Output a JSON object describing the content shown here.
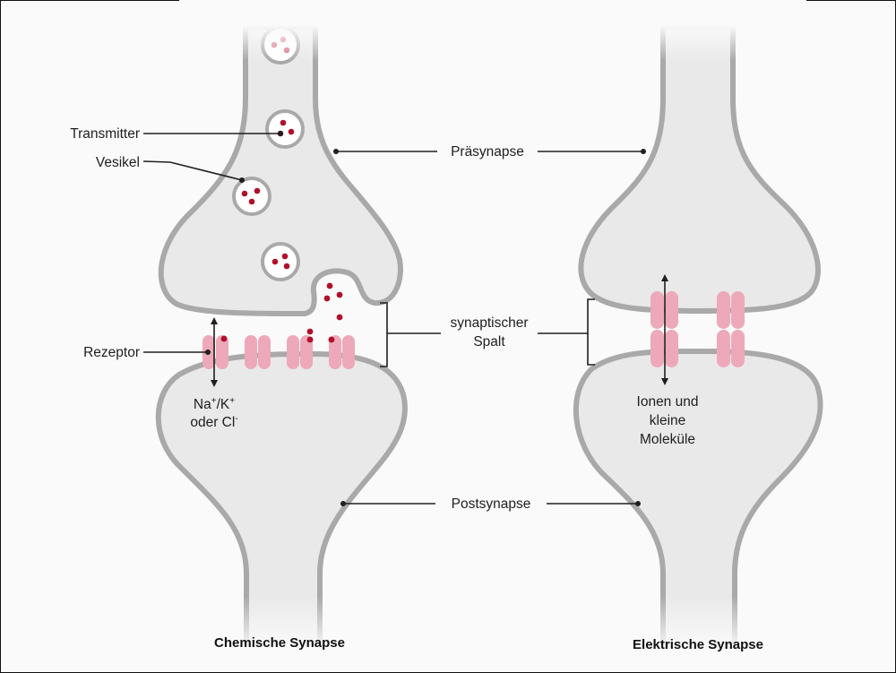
{
  "diagram": {
    "type": "synapse-comparison",
    "language": "de",
    "colors": {
      "cytoplasm": "#e9e9e9",
      "membrane": "#a9a9a9",
      "receptor": "#eda9b9",
      "transmitter": "#b0102a",
      "leader_line": "#1f1f1f"
    }
  },
  "labels": {
    "transmitter": "Transmitter",
    "vesikel": "Vesikel",
    "praesynapse": "Präsynapse",
    "synaptischer_spalt_line1": "synaptischer",
    "synaptischer_spalt_line2": "Spalt",
    "rezeptor": "Rezeptor",
    "ions_chem_line1_a": "Na",
    "ions_chem_line1_sup1": "+",
    "ions_chem_line1_b": "/K",
    "ions_chem_line1_sup2": "+",
    "ions_chem_line2_a": "oder Cl",
    "ions_chem_line2_sup": "-",
    "ions_elec_line1": "Ionen und",
    "ions_elec_line2": "kleine",
    "ions_elec_line3": "Moleküle",
    "postsynapse": "Postsynapse"
  },
  "titles": {
    "chemical": "Chemische Synapse",
    "electrical": "Elektrische Synapse"
  }
}
